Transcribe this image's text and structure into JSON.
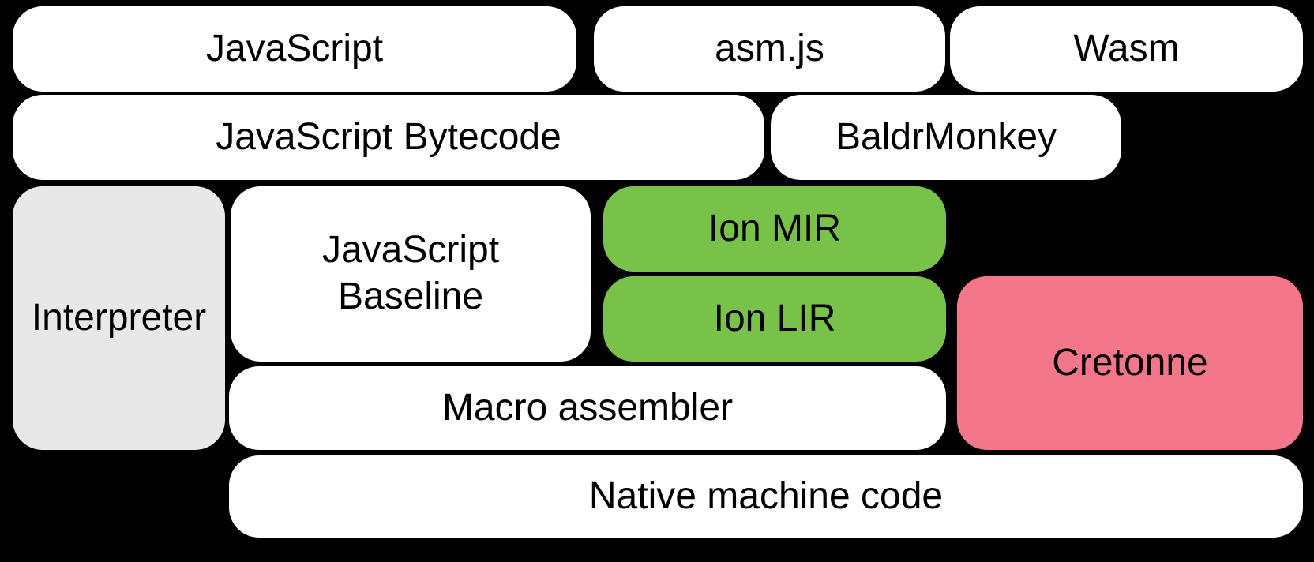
{
  "colors": {
    "background": "#000000",
    "box_white": "#ffffff",
    "box_gray": "#e8e8e8",
    "box_green": "#78c24a",
    "box_pink": "#f4768b",
    "text": "#000000"
  },
  "nodes": {
    "javascript": {
      "label": "JavaScript"
    },
    "asmjs": {
      "label": "asm.js"
    },
    "wasm": {
      "label": "Wasm"
    },
    "javascript_bytecode": {
      "label": "JavaScript Bytecode"
    },
    "baldrmonkey": {
      "label": "BaldrMonkey"
    },
    "interpreter": {
      "label": "Interpreter"
    },
    "javascript_baseline": {
      "label": "JavaScript Baseline"
    },
    "ion_mir": {
      "label": "Ion MIR"
    },
    "ion_lir": {
      "label": "Ion LIR"
    },
    "cretonne": {
      "label": "Cretonne"
    },
    "macro_assembler": {
      "label": "Macro assembler"
    },
    "native_machine_code": {
      "label": "Native machine code"
    }
  }
}
